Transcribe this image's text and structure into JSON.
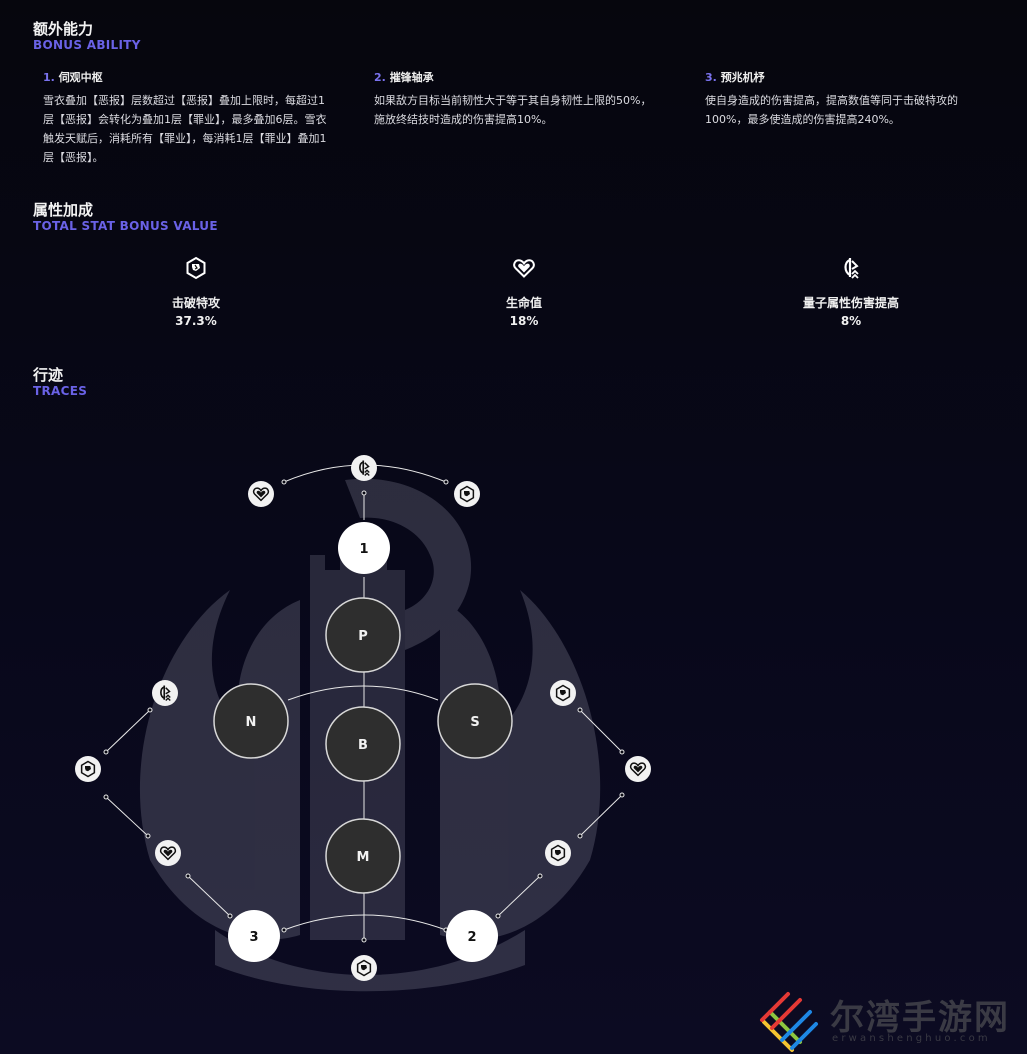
{
  "bonus_ability": {
    "title": "额外能力",
    "subtitle": "BONUS ABILITY",
    "items": [
      {
        "num": "1.",
        "name": "伺观中枢",
        "desc": "雪衣叠加【恶报】层数超过【恶报】叠加上限时，每超过1层【恶报】会转化为叠加1层【罪业】，最多叠加6层。雪衣触发天赋后，消耗所有【罪业】，每消耗1层【罪业】叠加1层【恶报】。"
      },
      {
        "num": "2.",
        "name": "摧锋轴承",
        "desc": "如果敌方目标当前韧性大于等于其自身韧性上限的50%，施放终结技时造成的伤害提高10%。"
      },
      {
        "num": "3.",
        "name": "预兆机杼",
        "desc": "使自身造成的伤害提高，提高数值等同于击破特攻的100%，最多使造成的伤害提高240%。"
      }
    ]
  },
  "stat_bonus": {
    "title": "属性加成",
    "subtitle": "TOTAL STAT BONUS VALUE",
    "items": [
      {
        "icon": "break-effect-icon",
        "label": "击破特攻",
        "value": "37.3%"
      },
      {
        "icon": "heart-icon",
        "label": "生命值",
        "value": "18%"
      },
      {
        "icon": "quantum-damage-icon",
        "label": "量子属性伤害提高",
        "value": "8%"
      }
    ]
  },
  "traces": {
    "title": "行迹",
    "subtitle": "TRACES",
    "nodes": {
      "top": "1",
      "left_bottom": "3",
      "right_bottom": "2",
      "p": "P",
      "n": "N",
      "b": "B",
      "s": "S",
      "m": "M"
    },
    "colors": {
      "big_node": "#2e2e2e",
      "small_node": "#ffffff",
      "line": "#e8e8e8"
    }
  },
  "watermark": {
    "text": "尔湾手游网",
    "sub": "erwanshenghuo.com"
  },
  "colors": {
    "accent": "#6a62e6",
    "background": "#06060d"
  }
}
